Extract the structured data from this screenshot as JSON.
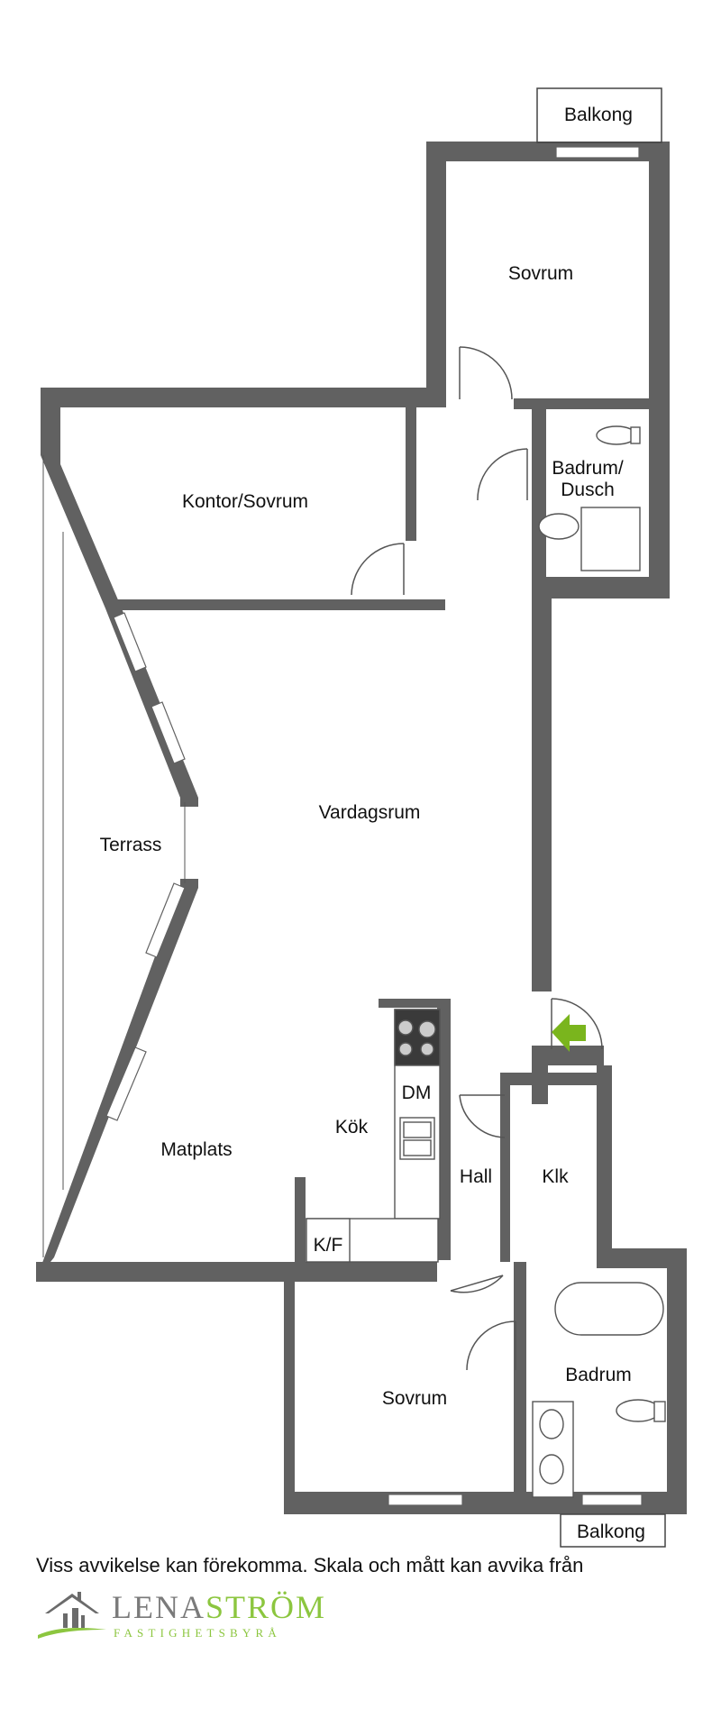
{
  "rooms": {
    "balcony_top": "Balkong",
    "bedroom_top": "Sovrum",
    "office": "Kontor/Sovrum",
    "bathroom_shower_line1": "Badrum/",
    "bathroom_shower_line2": "Dusch",
    "living_room": "Vardagsrum",
    "terrace": "Terrass",
    "dishwasher": "DM",
    "kitchen": "Kök",
    "dining": "Matplats",
    "hall": "Hall",
    "closet": "Klk",
    "fridge_freezer": "K/F",
    "bathroom": "Badrum",
    "bedroom_bottom": "Sovrum",
    "balcony_bottom": "Balkong"
  },
  "disclaimer": "Viss avvikelse kan förekomma. Skala och mått kan avvika från",
  "logo": {
    "brand_part1": "LENA",
    "brand_part2": "STRÖM",
    "subtitle": "FASTIGHETSBYRÅ"
  },
  "colors": {
    "wall": "#616161",
    "window": "#ffffff",
    "accent": "#8cc63f",
    "entrance_arrow": "#7ab51d"
  }
}
